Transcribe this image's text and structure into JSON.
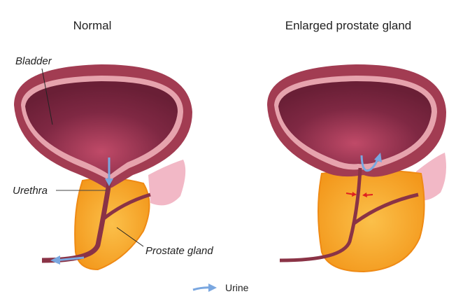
{
  "titles": {
    "normal": "Normal",
    "enlarged": "Enlarged prostate gland"
  },
  "labels": {
    "bladder": "Bladder",
    "urethra": "Urethra",
    "prostate": "Prostate gland"
  },
  "legend": {
    "urine": "Urine"
  },
  "colors": {
    "bladder_outer": "#a23c52",
    "bladder_inner": "#7a2540",
    "lining": "#e6a3ad",
    "prostate": "#f5a020",
    "urethra": "#8a3346",
    "urine_arrow": "#7aa7e0",
    "compression_arrow": "#e02020",
    "vesicle": "#f2b8c6"
  }
}
